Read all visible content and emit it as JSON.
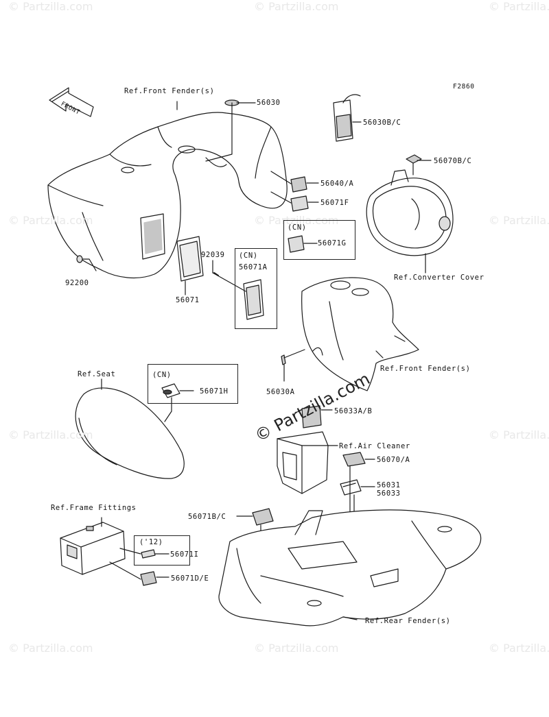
{
  "figure_code": "F2860",
  "front_arrow_text": "FRONT",
  "watermark_text": "© Partzilla.com",
  "labels": {
    "ref_front_fender_top": "Ref.Front Fender(s)",
    "p56030": "56030",
    "p56030bc": "56030B/C",
    "p56070bc": "56070B/C",
    "p56040a": "56040/A",
    "p56071f": "56071F",
    "cn_g": "(CN)",
    "p56071g": "56071G",
    "ref_converter_cover": "Ref.Converter Cover",
    "p92039": "92039",
    "cn_a": "(CN)",
    "p56071a": "56071A",
    "p92200": "92200",
    "p56071": "56071",
    "ref_front_fender_mid": "Ref.Front Fender(s)",
    "p56030a": "56030A",
    "ref_seat": "Ref.Seat",
    "cn_h": "(CN)",
    "p56071h": "56071H",
    "p56033ab": "56033A/B",
    "ref_air_cleaner": "Ref.Air Cleaner",
    "p56070a": "56070/A",
    "p56031": "56031",
    "p56033": "56033",
    "ref_frame_fittings": "Ref.Frame Fittings",
    "p56071bc": "56071B/C",
    "year12": "('12)",
    "p56071i": "56071I",
    "p56071de": "56071D/E",
    "ref_rear_fender": "Ref.Rear Fender(s)"
  }
}
